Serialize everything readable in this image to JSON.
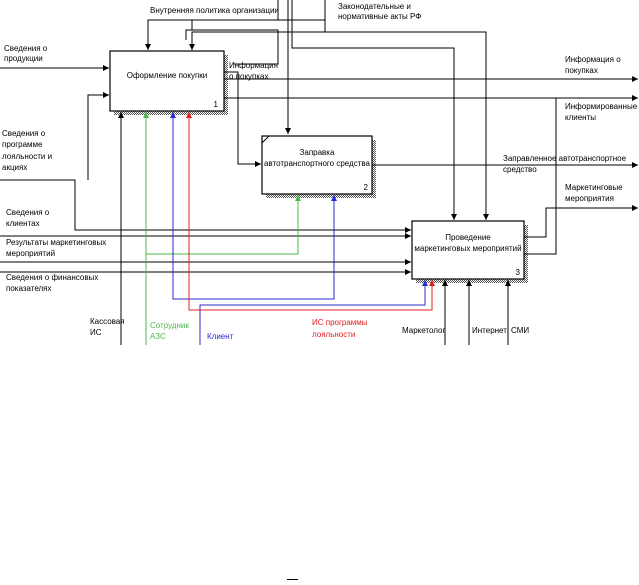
{
  "boxes": [
    {
      "id": "box1",
      "title": "Оформление покупки",
      "number": "1"
    },
    {
      "id": "box2",
      "title_lines": [
        "Заправка",
        "автотранспортного средства"
      ],
      "number": "2"
    },
    {
      "id": "box3",
      "title_lines": [
        "Проведение",
        "маркетинговых мероприятий"
      ],
      "number": "3"
    }
  ],
  "controls": {
    "internal_policy": "Внутренняя политика организации",
    "laws": [
      "Законодательные и",
      "нормативные акты РФ"
    ]
  },
  "inputs": {
    "product_info": [
      "Сведения о",
      "продукции"
    ],
    "loyalty_info": [
      "Сведения о",
      "программе",
      "лояльности и",
      "акциях"
    ],
    "client_info": [
      "Сведения о",
      "клиентах"
    ],
    "marketing_results": [
      "Результаты маркетинговых",
      "мероприятий"
    ],
    "financial_info": [
      "Сведения о финансовых",
      "показателях"
    ]
  },
  "internal_flows": {
    "purchase_info": [
      "Информация",
      "о покупках"
    ]
  },
  "outputs": {
    "purchase_info_out": [
      "Информация о",
      "покупках"
    ],
    "informed_clients": [
      "Информированные",
      "клиенты"
    ],
    "fueled_vehicle": [
      "Заправленное автотранспортное",
      "средство"
    ],
    "marketing_events": [
      "Маркетинговые",
      "мероприятия"
    ]
  },
  "mechanisms": {
    "cash_is": [
      "Кассовая",
      "ИС"
    ],
    "employee": [
      "Сотрудник",
      "АЗС"
    ],
    "client": "Клиент",
    "loyalty_is": [
      "ИС программы",
      "лояльности"
    ],
    "marketer": "Маркетолог",
    "internet": "Интернет",
    "media": "СМИ"
  },
  "colors": {
    "line": "#000000",
    "employee": "#4db84d",
    "client": "#2a2ad0",
    "loyalty": "#e02020",
    "box_shadow": "#9a9a9a"
  }
}
